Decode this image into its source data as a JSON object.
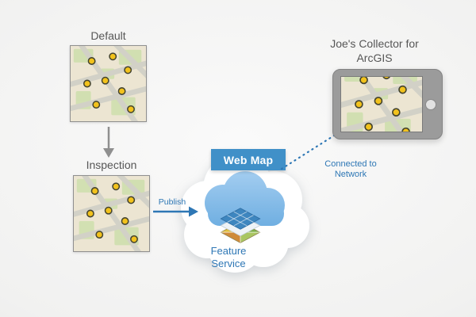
{
  "labels": {
    "default_map": "Default",
    "inspection_map": "Inspection",
    "publish": "Publish",
    "web_map": "Web Map",
    "feature_service": "Feature Service",
    "device": "Joe's Collector for ArcGIS",
    "network": "Connected to Network"
  },
  "icons": {
    "cloud": "cloud-icon",
    "layers": "map-layers-icon",
    "home_button": "tablet-home-button",
    "down_arrow": "down-arrow-icon",
    "publish_arrow": "right-arrow-icon",
    "dotted_link": "dotted-connection-line"
  },
  "colors": {
    "accent_blue": "#2e77b5",
    "web_map_bg": "#4090c8",
    "cloud_blue_light": "#a3cdf0",
    "cloud_blue_deep": "#64a8de",
    "marker_yellow": "#f2c21c",
    "map_bg": "#ece5d2",
    "road_gray": "#d2d1c7",
    "label_gray": "#565656",
    "tablet_gray": "#9b9b9b",
    "arrow_gray": "#8f8f8f"
  }
}
